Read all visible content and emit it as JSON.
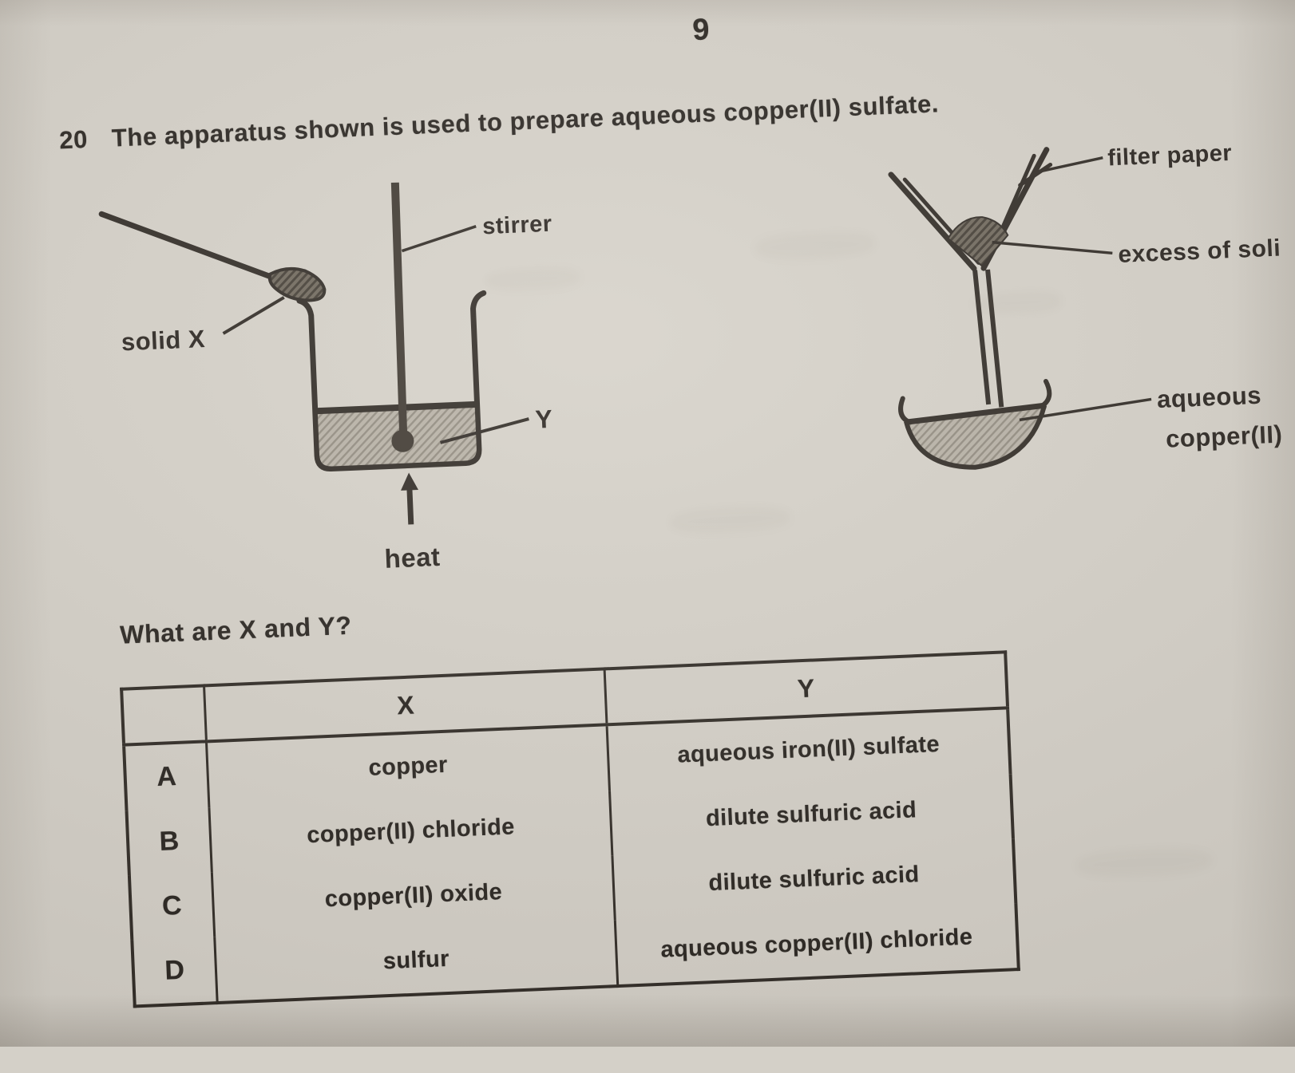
{
  "page": {
    "number": "9",
    "question_number": "20",
    "question_text": "The apparatus shown is used to prepare aqueous copper(II) sulfate.",
    "prompt": "What are X and Y?"
  },
  "left_diagram": {
    "labels": {
      "solid_x": "solid X",
      "stirrer": "stirrer",
      "liquid": "Y",
      "heat": "heat"
    }
  },
  "right_diagram": {
    "labels": {
      "filter_paper": "filter paper",
      "excess_solid": "excess of soli",
      "aqueous_line1": "aqueous",
      "aqueous_line2": "copper(II)"
    }
  },
  "table": {
    "headers": {
      "letter": "",
      "x": "X",
      "y": "Y"
    },
    "rows": [
      {
        "letter": "A",
        "x": "copper",
        "y": "aqueous iron(II) sulfate"
      },
      {
        "letter": "B",
        "x": "copper(II) chloride",
        "y": "dilute sulfuric acid"
      },
      {
        "letter": "C",
        "x": "copper(II) oxide",
        "y": "dilute sulfuric acid"
      },
      {
        "letter": "D",
        "x": "sulfur",
        "y": "aqueous copper(II) chloride"
      }
    ]
  },
  "colors": {
    "paper": "#d4d0c8",
    "ink": "#221e1a",
    "liquid_fill": "#b3ada2",
    "solid_fill": "#5d564d"
  }
}
